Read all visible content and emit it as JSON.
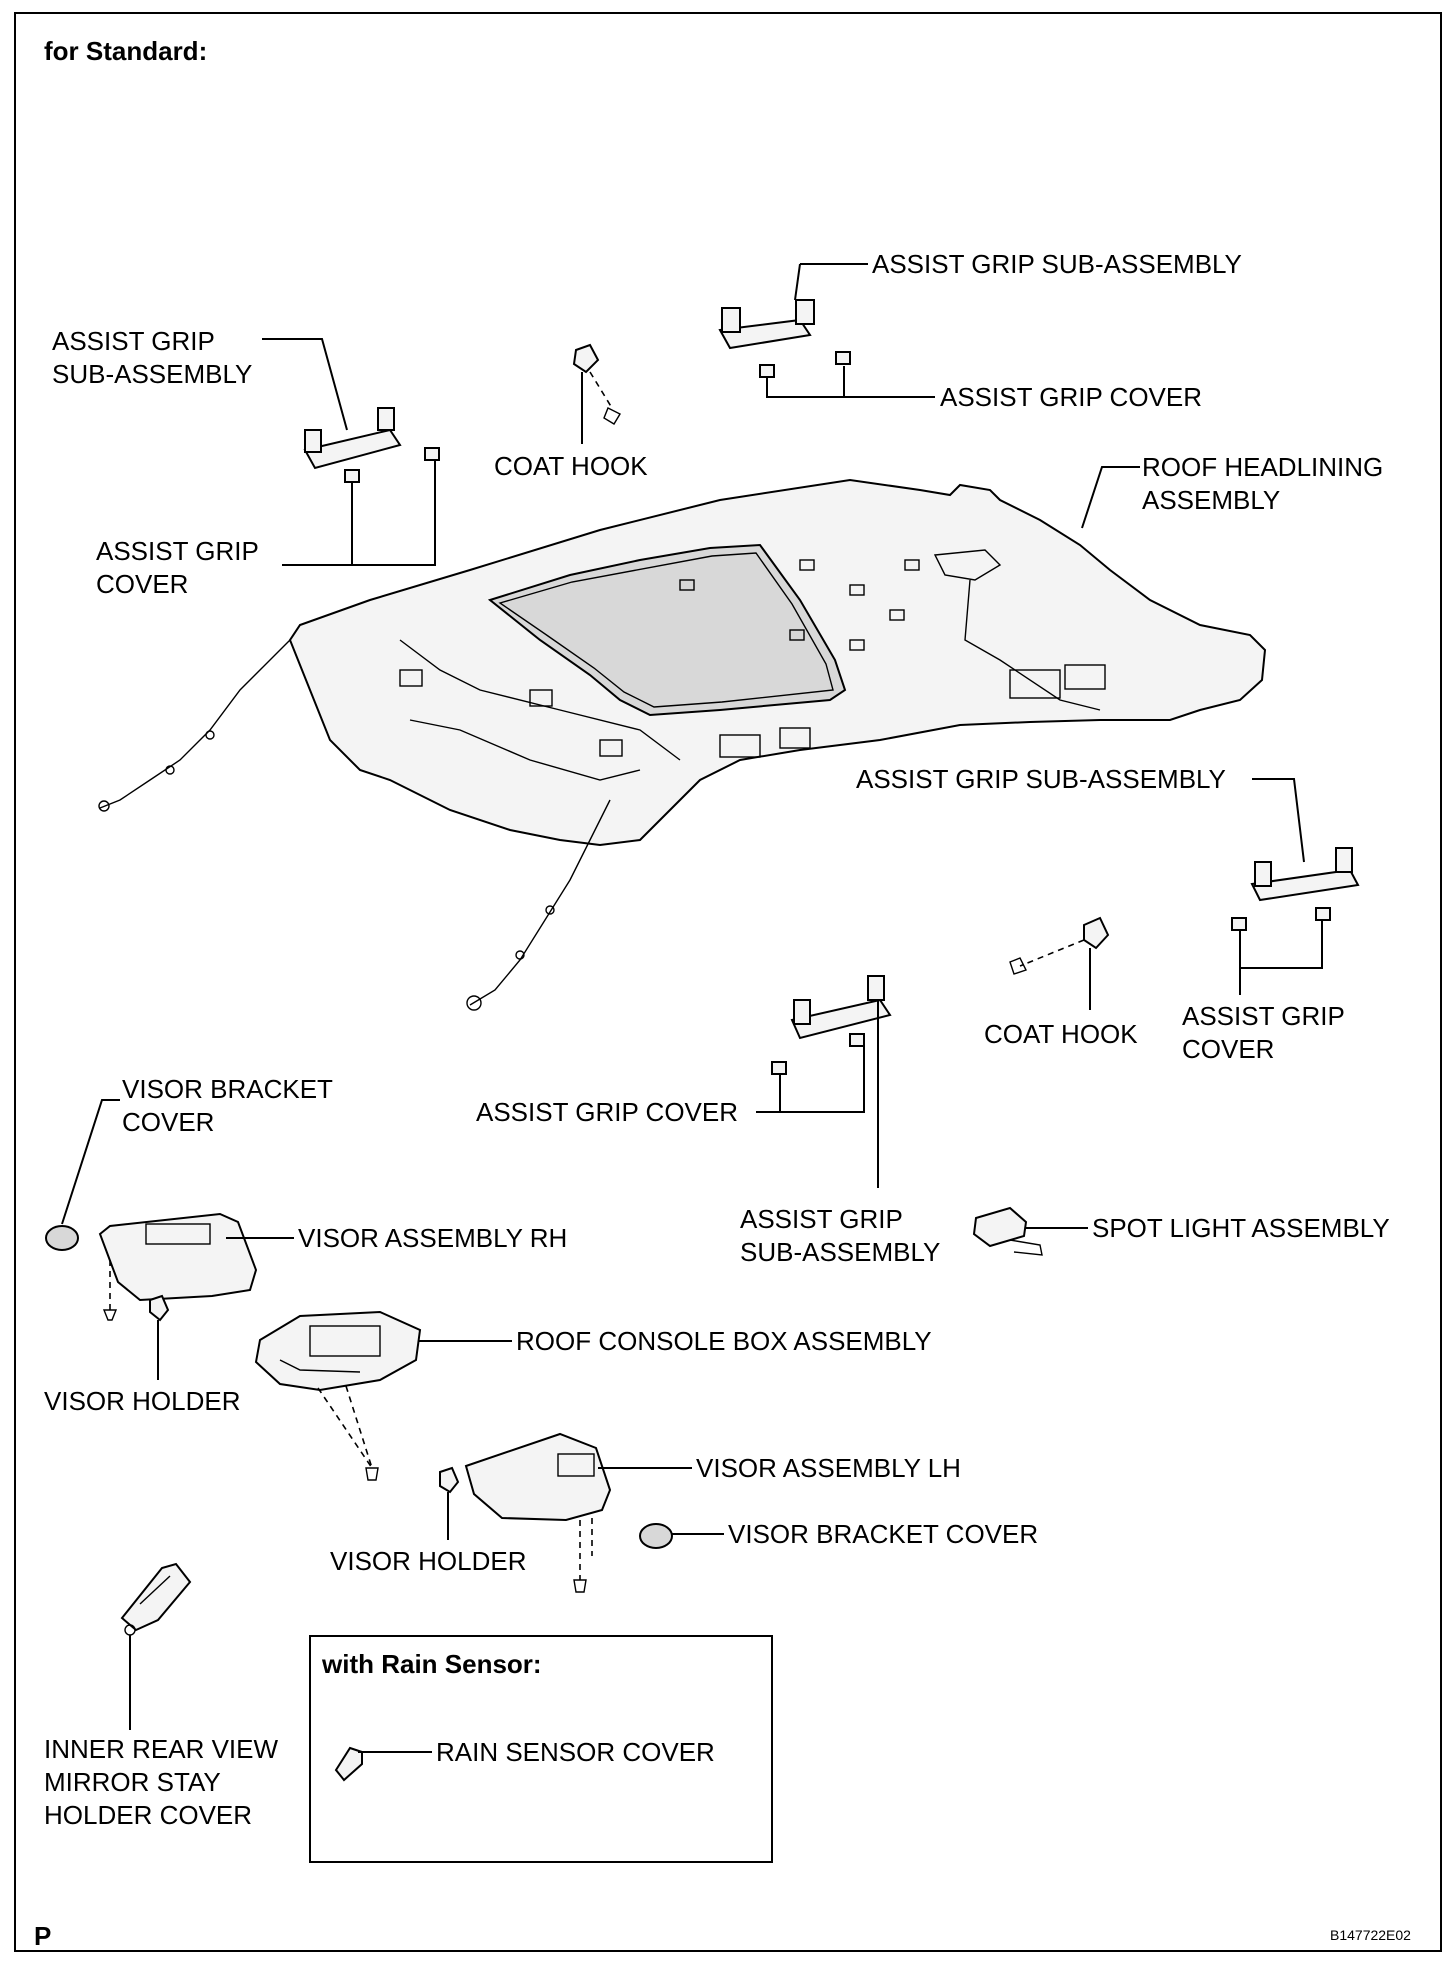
{
  "header": {
    "title": "for Standard:"
  },
  "labels": {
    "assist_grip_sub_top": "ASSIST GRIP SUB-ASSEMBLY",
    "assist_grip_cover_top": "ASSIST GRIP COVER",
    "assist_grip_sub_left_1": "ASSIST GRIP",
    "assist_grip_sub_left_2": "SUB-ASSEMBLY",
    "coat_hook_top": "COAT HOOK",
    "assist_grip_cover_left_1": "ASSIST GRIP",
    "assist_grip_cover_left_2": "COVER",
    "roof_headlining_1": "ROOF HEADLINING",
    "roof_headlining_2": "ASSEMBLY",
    "assist_grip_sub_right": "ASSIST GRIP SUB-ASSEMBLY",
    "coat_hook_right": "COAT HOOK",
    "assist_grip_cover_right_1": "ASSIST GRIP",
    "assist_grip_cover_right_2": "COVER",
    "visor_bracket_cover_left_1": "VISOR BRACKET",
    "visor_bracket_cover_left_2": "COVER",
    "assist_grip_cover_mid": "ASSIST GRIP COVER",
    "assist_grip_sub_mid_1": "ASSIST GRIP",
    "assist_grip_sub_mid_2": "SUB-ASSEMBLY",
    "spot_light": "SPOT LIGHT ASSEMBLY",
    "visor_rh": "VISOR ASSEMBLY RH",
    "roof_console": "ROOF CONSOLE BOX ASSEMBLY",
    "visor_holder_left": "VISOR HOLDER",
    "visor_lh": "VISOR ASSEMBLY LH",
    "visor_bracket_cover_right": "VISOR BRACKET COVER",
    "visor_holder_mid": "VISOR HOLDER",
    "mirror_cover_1": "INNER REAR VIEW",
    "mirror_cover_2": "MIRROR STAY",
    "mirror_cover_3": "HOLDER COVER"
  },
  "rain_box": {
    "title": "with Rain Sensor:",
    "label": "RAIN SENSOR COVER"
  },
  "footer": {
    "page_letter": "P",
    "code": "B147722E02"
  }
}
